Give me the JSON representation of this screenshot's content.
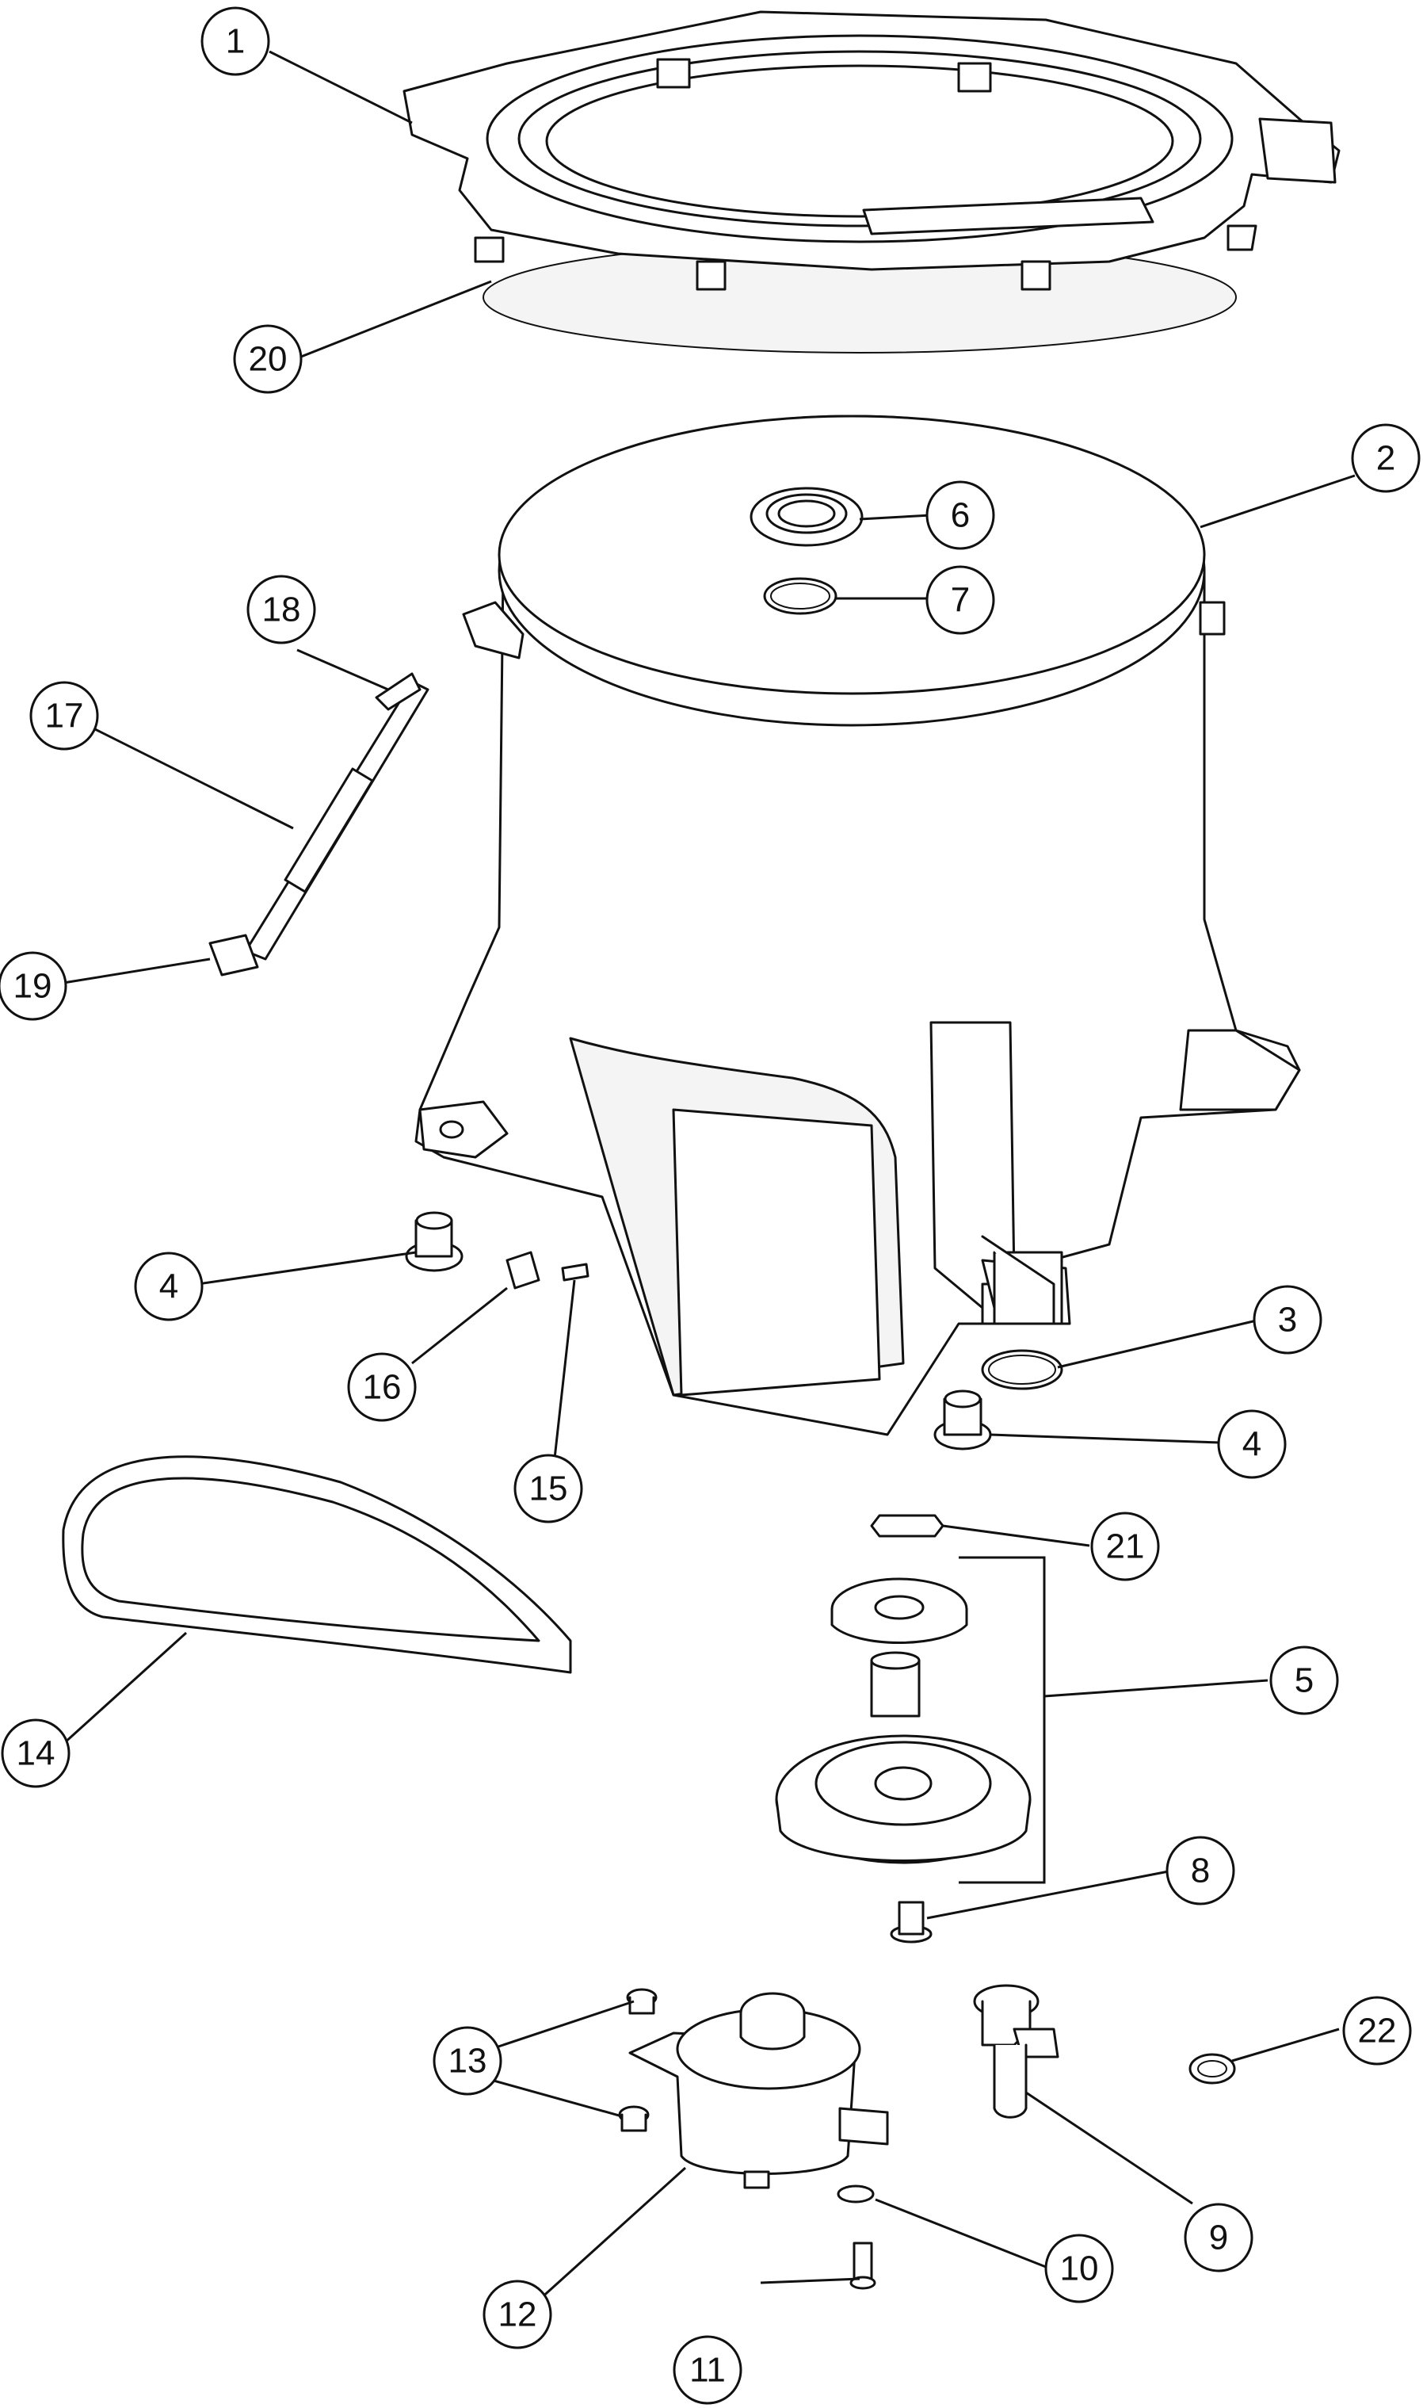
{
  "diagram": {
    "type": "exploded-parts-diagram",
    "callout_labels": [
      "1",
      "2",
      "3",
      "4",
      "4",
      "5",
      "6",
      "7",
      "8",
      "9",
      "10",
      "11",
      "12",
      "13",
      "14",
      "15",
      "16",
      "17",
      "18",
      "19",
      "20",
      "21",
      "22"
    ]
  }
}
